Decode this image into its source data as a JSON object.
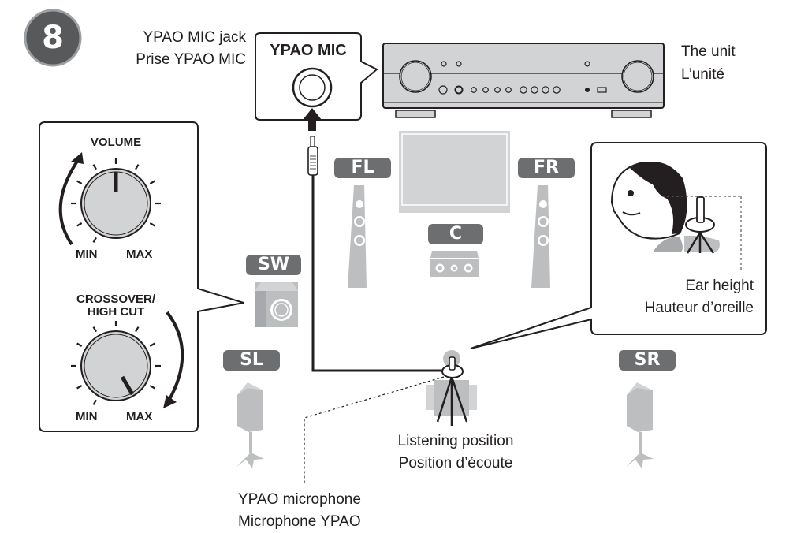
{
  "step": {
    "number": "8",
    "badge_color": "#58595b"
  },
  "mic_jack": {
    "caption_en": "YPAO MIC jack",
    "caption_fr": "Prise YPAO MIC",
    "panel_label": "YPAO MIC"
  },
  "unit": {
    "caption_en": "The unit",
    "caption_fr": "L’unité"
  },
  "subwoofer_controls": {
    "volume_label": "VOLUME",
    "crossover_label_line1": "CROSSOVER/",
    "crossover_label_line2": "HIGH CUT",
    "volume_min": "MIN",
    "volume_max": "MAX",
    "crossover_min": "MIN",
    "crossover_max": "MAX",
    "volume_setting": "middle",
    "crossover_setting": "max"
  },
  "speakers": {
    "fl": "FL",
    "fr": "FR",
    "c": "C",
    "sw": "SW",
    "sl": "SL",
    "sr": "SR",
    "tag_color": "#6d6e70",
    "body_color": "#bcbec0"
  },
  "ear_height": {
    "caption_en": "Ear height",
    "caption_fr": "Hauteur d’oreille"
  },
  "listening_position": {
    "caption_en": "Listening position",
    "caption_fr": "Position d’écoute"
  },
  "microphone": {
    "caption_en": "YPAO microphone",
    "caption_fr": "Microphone YPAO"
  }
}
